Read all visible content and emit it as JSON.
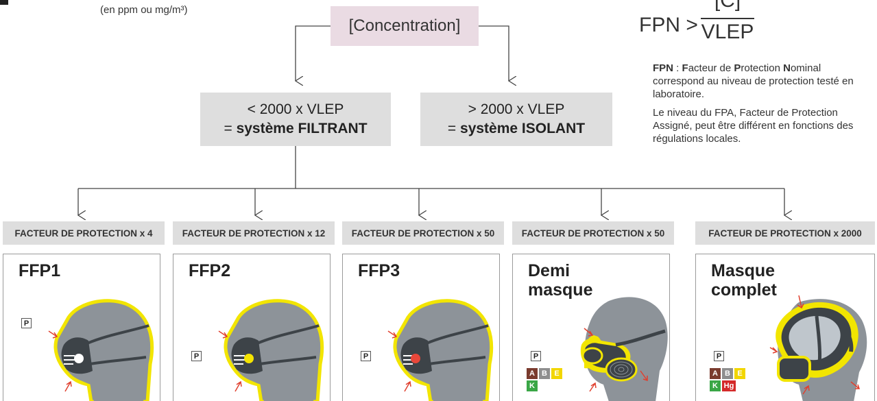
{
  "unit_note": "(en ppm ou mg/m³)",
  "concentration_label": "[Concentration]",
  "branches": {
    "left": {
      "line1": "< 2000 x VLEP",
      "prefix": "= ",
      "system": "système FILTRANT"
    },
    "right": {
      "line1": "> 2000 x VLEP",
      "prefix": "= ",
      "system": "système ISOLANT"
    }
  },
  "formula": {
    "lhs": "FPN >",
    "numerator": "[C]",
    "denominator": "VLEP"
  },
  "fpn_definition": {
    "abbr": "FPN",
    "sep": " : ",
    "parts": [
      "F",
      "acteur de ",
      "P",
      "rotection ",
      "N",
      "ominal"
    ],
    "rest": "correspond au niveau de protection testé en laboratoire.",
    "note": "Le niveau du FPA, Facteur de Protection Assigné, peut être différent en fonctions des régulations locales."
  },
  "categories": [
    {
      "header": "FACTEUR DE PROTECTION x 4",
      "title": "FFP1",
      "dot_color": "#ffffff",
      "filters": [
        "P"
      ]
    },
    {
      "header": "FACTEUR DE PROTECTION x 12",
      "title": "FFP2",
      "dot_color": "#f5e400",
      "filters": [
        "P"
      ]
    },
    {
      "header": "FACTEUR DE PROTECTION x 50",
      "title": "FFP3",
      "dot_color": "#e8473a",
      "filters": [
        "P"
      ]
    },
    {
      "header": "FACTEUR DE PROTECTION x 50",
      "title": "Demi masque",
      "filters": [
        "P",
        "A",
        "B",
        "E",
        "K"
      ]
    },
    {
      "header": "FACTEUR DE PROTECTION  x 2000",
      "title": "Masque complet",
      "filters": [
        "P",
        "A",
        "B",
        "E",
        "K",
        "Hg"
      ]
    }
  ],
  "colors": {
    "concentration_box": "#eadbe3",
    "grey_box": "#dedede",
    "outline_yellow": "#f2e500",
    "head_grey": "#8d9399",
    "mask_dark": "#3d4348",
    "arrow_red": "#e0402f",
    "filter_A": "#7a3b2e",
    "filter_B": "#8e8e8e",
    "filter_E": "#f2d600",
    "filter_K": "#3aa646",
    "filter_Hg": "#d42a2a"
  }
}
